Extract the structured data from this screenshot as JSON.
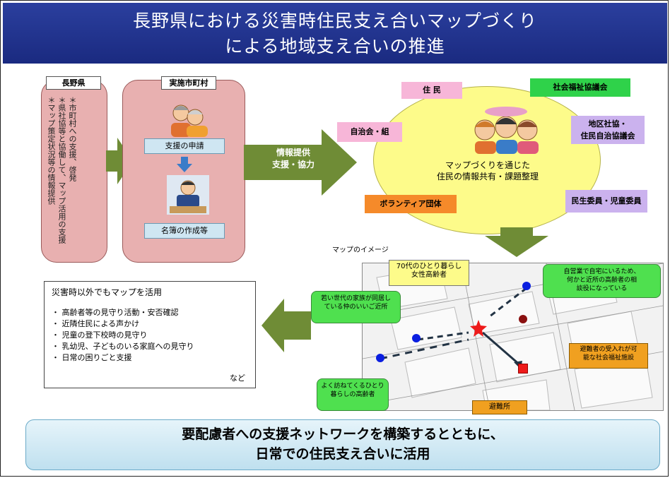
{
  "title": {
    "line1": "長野県における災害時住民支え合いマップづくり",
    "line2": "による地域支え合いの推進"
  },
  "nagano": {
    "label": "長野県",
    "items": [
      "＊市町村への支援、啓発",
      "＊県社協等と協働して、マップ活用の支援",
      "＊マップ策定状況等の情報提供"
    ]
  },
  "municipality": {
    "label": "実施市町村",
    "step1": "支援の申請",
    "step2": "名簿の作成等"
  },
  "arrow_info": {
    "line1": "情報提供",
    "line2": "支援・協力"
  },
  "community": {
    "residents": "住 民",
    "council": "社会福祉協議会",
    "neighborhood": "自治会・組",
    "district": "地区社協・\n住民自治協議会",
    "volunteer": "ボランティア団体",
    "welfare_commissioner": "民生委員・児童委員",
    "center_text": "マップづくりを通じた\n住民の情報共有・課題整理"
  },
  "map": {
    "caption": "マップのイメージ",
    "elder_label": "70代のひとり暮らし\n女性高齢者",
    "young_family": "若い世代の家族が同居し\nている仲のいいご近所",
    "self_employed": "自営業で自宅にいるため、\n何かと近所の高齢者の相\n談役になっている",
    "visitor": "よく訪ねてくるひとり\n暮らしの高齢者",
    "facility": "避難者の受入れが可\n能な社会福祉施設",
    "shelter": "避難所"
  },
  "usage": {
    "heading": "災害時以外でもマップを活用",
    "items": [
      "・ 高齢者等の見守り活動・安否確認",
      "・ 近隣住民による声かけ",
      "・ 児童の登下校時の見守り",
      "・ 乳幼児、子どものいる家庭への見守り",
      "・ 日常の困りごと支援"
    ],
    "etc": "など"
  },
  "footer": {
    "line1": "要配慮者への支援ネットワークを構築するとともに、",
    "line2": "日常での住民支え合いに活用"
  },
  "colors": {
    "title_bg": "#1f3190",
    "arrow": "#6f8c36",
    "pink": "#e8b0b0",
    "ellipse": "#fdfb8a",
    "footer_bg": "#cfe8f3"
  }
}
